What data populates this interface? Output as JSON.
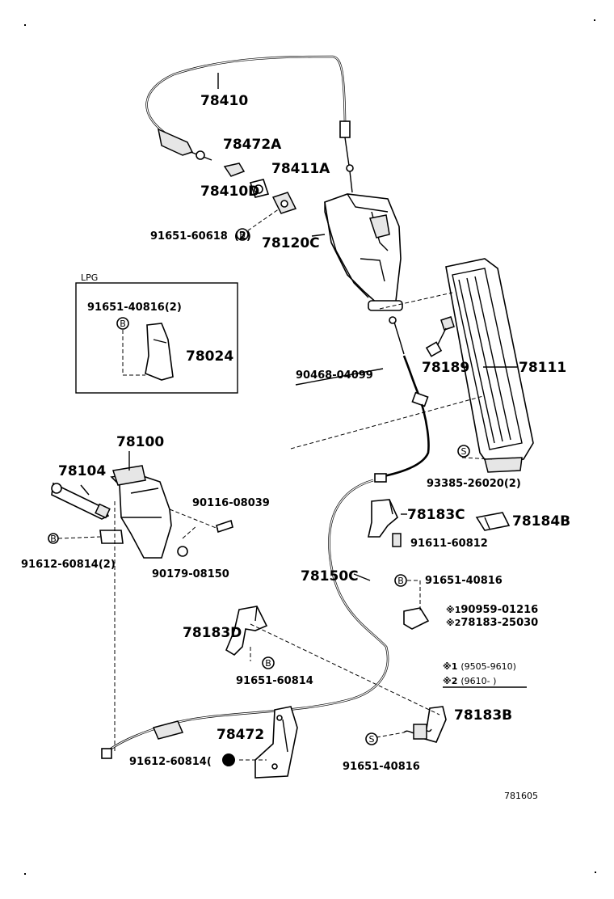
{
  "diagram_id": "781605",
  "lpg_box": {
    "title": "LPG",
    "bolt": "91651-40816(2)",
    "bracket": "78024"
  },
  "parts": {
    "cable_upper": "78410",
    "clamp_a": "78472A",
    "holder_a": "78411A",
    "clip_d": "78410D",
    "bolt_upper": "91651-60618(2)",
    "bracket_c": "78120C",
    "pin": "90468-04099",
    "stopper": "78189",
    "pedal": "78111",
    "bracket_main": "78100",
    "rod": "78104",
    "bolt_90116": "90116-08039",
    "bolt_91612": "91612-60814(2)",
    "nut_90179": "90179-08150",
    "screw_93385": "93385-26020(2)",
    "bracket_183c": "78183C",
    "pad_184b": "78184B",
    "bolt_91611": "91611-60812",
    "cable_main": "78150C",
    "bolt_91651_a": "91651-40816",
    "star1_part": "90959-01216",
    "star2_part": "78183-25030",
    "bracket_183d": "78183D",
    "bolt_91651_b": "91651-60814",
    "bracket_183b": "78183B",
    "clamp_472": "78472",
    "bolt_91612_b": "91612-60814(",
    "bolt_91651_c": "91651-40816"
  },
  "markers": {
    "star1_prefix": "※1",
    "star2_prefix": "※2",
    "legend_1_mark": "※1",
    "legend_1_range": "(9505-9610)",
    "legend_2_mark": "※2",
    "legend_2_range": "(9610-       )",
    "bolt_upper_text": "91651-60618",
    "bolt_upper_qty": "(2)",
    "bolt_b_close": ")"
  }
}
